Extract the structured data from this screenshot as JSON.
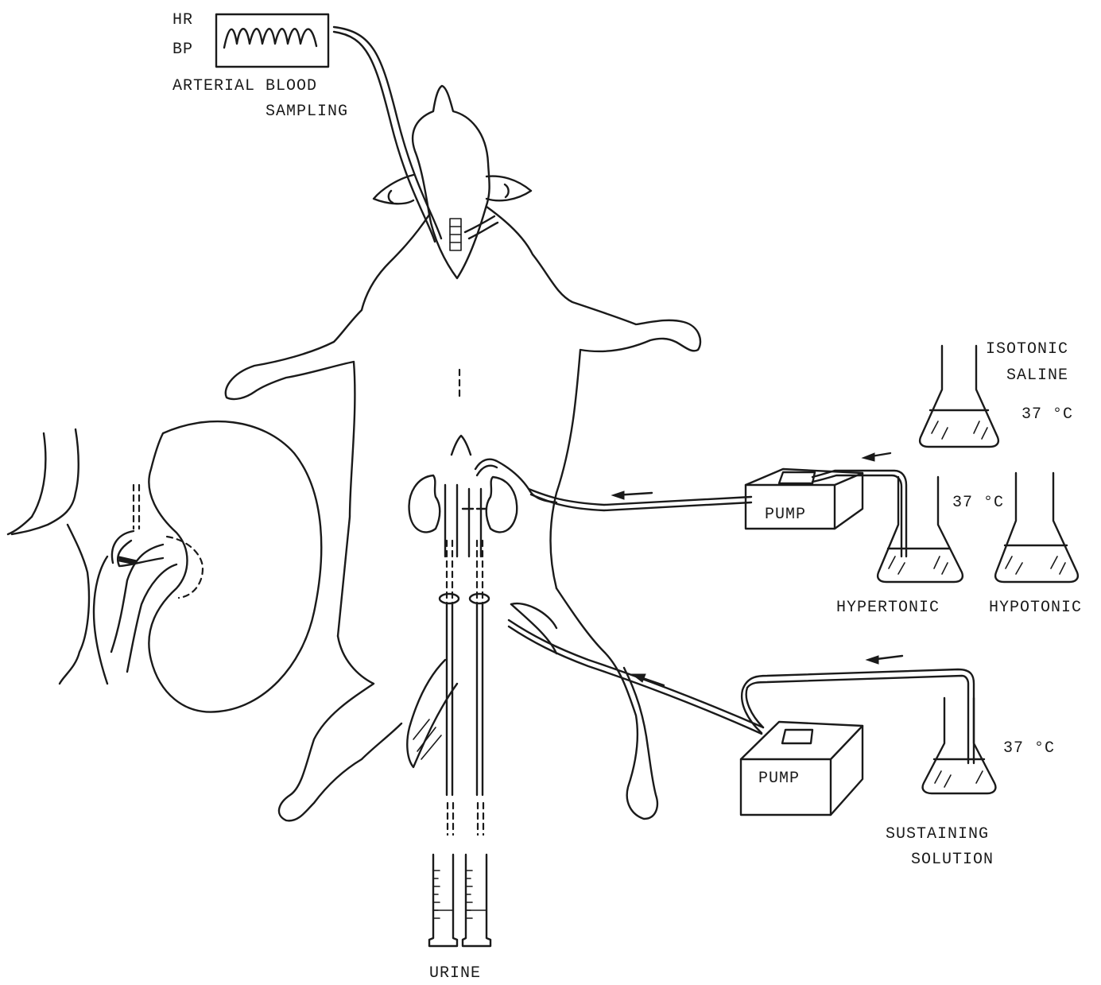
{
  "labels": {
    "hr": "HR",
    "bp": "BP",
    "arterial_line1": "ARTERIAL BLOOD",
    "arterial_line2": "SAMPLING",
    "isotonic_line1": "ISOTONIC",
    "isotonic_line2": "SALINE",
    "temp_isotonic": "37 °C",
    "temp_middle": "37 °C",
    "pump_top": "PUMP",
    "hypertonic": "HYPERTONIC",
    "hypotonic": "HYPOTONIC",
    "temp_sustaining": "37 °C",
    "pump_bottom": "PUMP",
    "sustaining_line1": "SUSTAINING",
    "sustaining_line2": "SOLUTION",
    "urine": "URINE"
  },
  "colors": {
    "ink": "#1a1a1a",
    "paper": "#ffffff"
  }
}
